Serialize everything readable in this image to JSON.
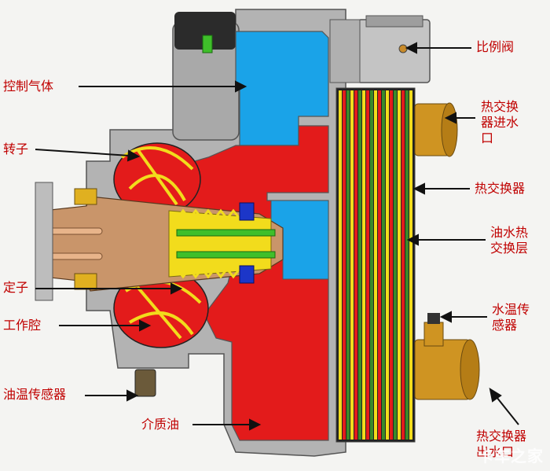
{
  "labels": {
    "control_gas": "控制气体",
    "rotor": "转子",
    "stator": "定子",
    "working_chamber": "工作腔",
    "oil_temp_sensor": "油温传感器",
    "medium_oil": "介质油",
    "proportional_valve": "比例阀",
    "hx_water_inlet": "热交换\n器进水\n口",
    "heat_exchanger": "热交换器",
    "oil_water_layer": "油水热\n交换层",
    "water_temp_sensor": "水温传\n感器",
    "hx_water_outlet": "热交换器\n出水口"
  },
  "watermark": "卡车之家",
  "colors": {
    "label": "#c00000",
    "oil": "#e31b1b",
    "gas": "#1aa3e8",
    "housing": "#a8a8a8",
    "copper": "#c9956a",
    "yellow": "#f2dc1c",
    "green": "#3fbf2a",
    "brass": "#cf9422"
  }
}
